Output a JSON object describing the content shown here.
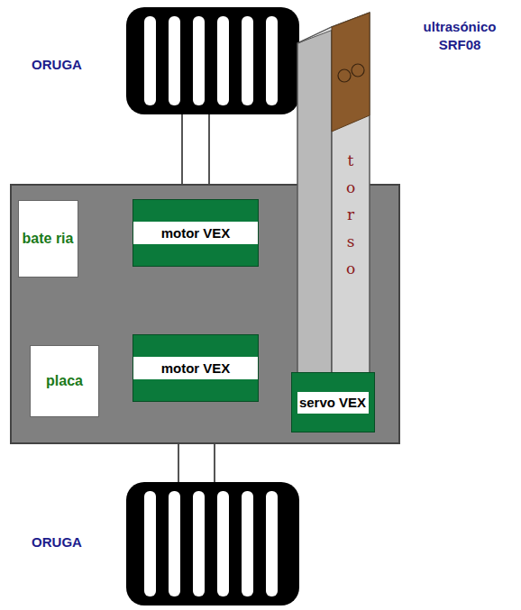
{
  "diagram": {
    "nodes": [
      {
        "text": [
          "bate ria"
        ]
      },
      {
        "text": [
          "motor VEX"
        ]
      },
      {
        "text": [
          "placa"
        ]
      },
      {
        "text": [
          "motor VEX"
        ]
      },
      {
        "text": [
          "t o r s o"
        ]
      },
      {
        "text": [
          "servo VEX"
        ]
      }
    ],
    "labels": [
      "ORUGA",
      "ultrasónico SRF08",
      "ORUGA"
    ]
  }
}
